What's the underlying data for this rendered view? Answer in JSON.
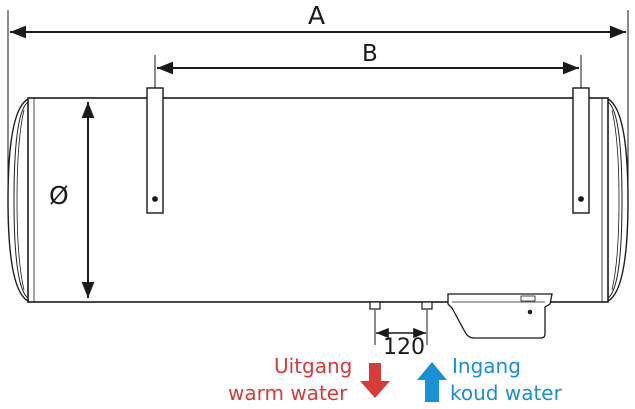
{
  "dimensions": {
    "overall_length": "A",
    "bracket_spacing": "B",
    "diameter": "Ø",
    "pipe_spacing": "120"
  },
  "outlet": {
    "line1": "Uitgang",
    "line2": "warm water",
    "color": "#d93a3a"
  },
  "inlet": {
    "line1": "Ingang",
    "line2": "koud water",
    "color": "#1a90d6"
  },
  "line_color": "#1a1a1a"
}
